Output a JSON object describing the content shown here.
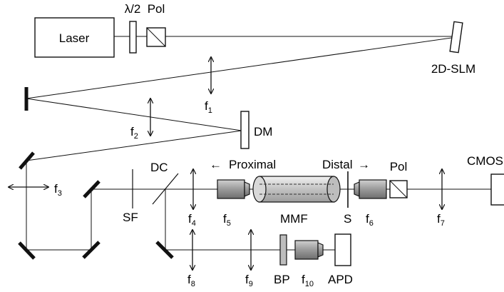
{
  "labels": {
    "laser": "Laser",
    "halfwave": "λ/2",
    "pol_top": "Pol",
    "slm": "2D-SLM",
    "dm": "DM",
    "dc": "DC",
    "proximal": "Proximal",
    "distal": "Distal",
    "pol_mid": "Pol",
    "cmos": "CMOS",
    "sf": "SF",
    "mmf": "MMF",
    "s": "S",
    "bp": "BP",
    "apd": "APD",
    "arrow_left": "←",
    "arrow_right": "→"
  },
  "lenses": {
    "f1": {
      "base": "f",
      "sub": "1"
    },
    "f2": {
      "base": "f",
      "sub": "2"
    },
    "f3": {
      "base": "f",
      "sub": "3"
    },
    "f4": {
      "base": "f",
      "sub": "4"
    },
    "f5": {
      "base": "f",
      "sub": "5"
    },
    "f6": {
      "base": "f",
      "sub": "6"
    },
    "f7": {
      "base": "f",
      "sub": "7"
    },
    "f8": {
      "base": "f",
      "sub": "8"
    },
    "f9": {
      "base": "f",
      "sub": "9"
    },
    "f10": {
      "base": "f",
      "sub": "10"
    }
  }
}
